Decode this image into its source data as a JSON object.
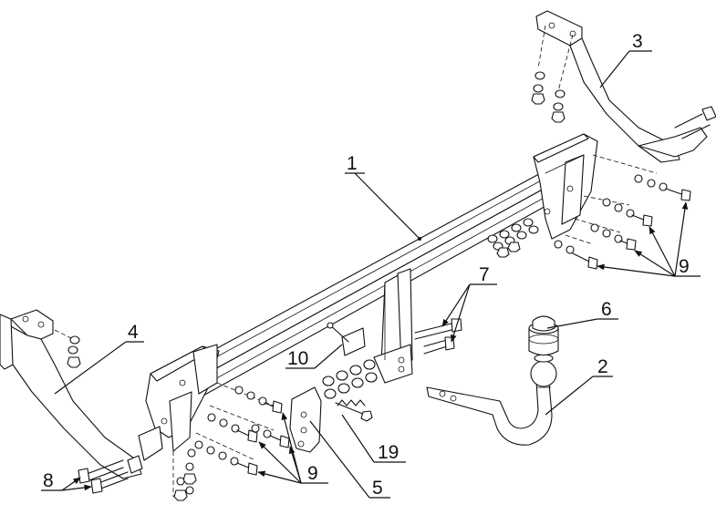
{
  "diagram": {
    "part_numbers": {
      "p1": "1",
      "p2": "2",
      "p3": "3",
      "p4": "4",
      "p5": "5",
      "p6": "6",
      "p7": "7",
      "p8": "8",
      "p9_right": "9",
      "p9_left": "9",
      "p10": "10",
      "p19": "19"
    }
  }
}
